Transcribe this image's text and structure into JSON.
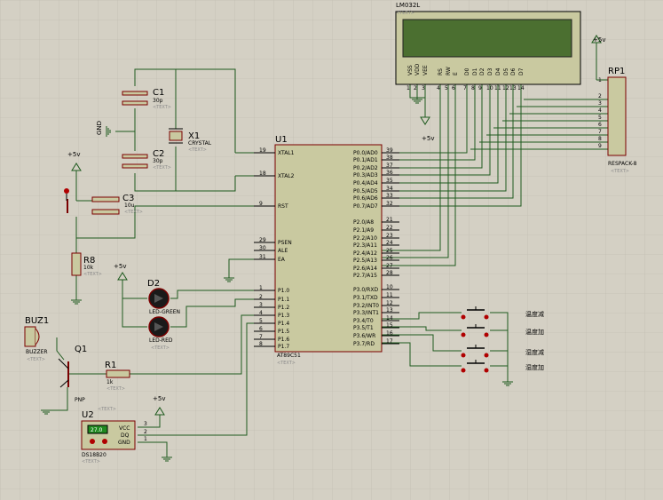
{
  "lcd": {
    "ref": "LM032L",
    "text": "<TEXT>",
    "pins": [
      "VSS",
      "VDD",
      "VEE",
      "RS",
      "RW",
      "E",
      "D0",
      "D1",
      "D2",
      "D3",
      "D4",
      "D5",
      "D6",
      "D7"
    ],
    "pin_nums": [
      "1",
      "2",
      "3",
      "4",
      "5",
      "6",
      "7",
      "8",
      "9",
      "10",
      "11",
      "12",
      "13",
      "14"
    ]
  },
  "mcu": {
    "ref": "U1",
    "part": "AT89C51",
    "text": "<TEXT>",
    "left_pins": [
      {
        "name": "XTAL1",
        "num": "19"
      },
      {
        "name": "XTAL2",
        "num": "18"
      },
      {
        "name": "RST",
        "num": "9"
      },
      {
        "name": "PSEN",
        "num": "29"
      },
      {
        "name": "ALE",
        "num": "30"
      },
      {
        "name": "EA",
        "num": "31"
      },
      {
        "name": "P1.0",
        "num": "1"
      },
      {
        "name": "P1.1",
        "num": "2"
      },
      {
        "name": "P1.2",
        "num": "3"
      },
      {
        "name": "P1.3",
        "num": "4"
      },
      {
        "name": "P1.4",
        "num": "5"
      },
      {
        "name": "P1.5",
        "num": "6"
      },
      {
        "name": "P1.6",
        "num": "7"
      },
      {
        "name": "P1.7",
        "num": "8"
      }
    ],
    "right_pins": [
      {
        "name": "P0.0/AD0",
        "num": "39"
      },
      {
        "name": "P0.1/AD1",
        "num": "38"
      },
      {
        "name": "P0.2/AD2",
        "num": "37"
      },
      {
        "name": "P0.3/AD3",
        "num": "36"
      },
      {
        "name": "P0.4/AD4",
        "num": "35"
      },
      {
        "name": "P0.5/AD5",
        "num": "34"
      },
      {
        "name": "P0.6/AD6",
        "num": "33"
      },
      {
        "name": "P0.7/AD7",
        "num": "32"
      },
      {
        "name": "P2.0/A8",
        "num": "21"
      },
      {
        "name": "P2.1/A9",
        "num": "22"
      },
      {
        "name": "P2.2/A10",
        "num": "23"
      },
      {
        "name": "P2.3/A11",
        "num": "24"
      },
      {
        "name": "P2.4/A12",
        "num": "25"
      },
      {
        "name": "P2.5/A13",
        "num": "26"
      },
      {
        "name": "P2.6/A14",
        "num": "27"
      },
      {
        "name": "P2.7/A15",
        "num": "28"
      },
      {
        "name": "P3.0/RXD",
        "num": "10"
      },
      {
        "name": "P3.1/TXD",
        "num": "11"
      },
      {
        "name": "P3.2/INT0",
        "num": "12"
      },
      {
        "name": "P3.3/INT1",
        "num": "13"
      },
      {
        "name": "P3.4/T0",
        "num": "14"
      },
      {
        "name": "P3.5/T1",
        "num": "15"
      },
      {
        "name": "P3.6/WR",
        "num": "16"
      },
      {
        "name": "P3.7/RD",
        "num": "17"
      }
    ]
  },
  "rp1": {
    "ref": "RP1",
    "part": "RESPACK-8",
    "text": "<TEXT>",
    "pin_nums": [
      "1",
      "2",
      "3",
      "4",
      "5",
      "6",
      "7",
      "8",
      "9"
    ]
  },
  "power": {
    "vcc": "+5v",
    "gnd": "GND"
  },
  "c1": {
    "ref": "C1",
    "value": "30p",
    "text": "<TEXT>"
  },
  "c2": {
    "ref": "C2",
    "value": "30p",
    "text": "<TEXT>"
  },
  "c3": {
    "ref": "C3",
    "value": "10u",
    "text": "<TEXT>"
  },
  "x1": {
    "ref": "X1",
    "part": "CRYSTAL",
    "text": "<TEXT>"
  },
  "r8": {
    "ref": "R8",
    "value": "10k",
    "text": "<TEXT>"
  },
  "r1": {
    "ref": "R1",
    "value": "1k",
    "text": "<TEXT>"
  },
  "d2": {
    "ref": "D2",
    "part": "LED-GREEN",
    "text": "<TEXT>"
  },
  "d1": {
    "part": "LED-RED",
    "text": "<TEXT>"
  },
  "buz": {
    "ref": "BUZ1",
    "part": "BUZZER",
    "text": "<TEXT>"
  },
  "q1": {
    "ref": "Q1",
    "part": "PNP",
    "text": "<TEXT>"
  },
  "u2": {
    "ref": "U2",
    "part": "DS18B20",
    "text": "<TEXT>",
    "display": "27.0",
    "pins": [
      "VCC",
      "DQ",
      "GND"
    ],
    "pin_nums": [
      "3",
      "2",
      "1"
    ]
  },
  "buttons": [
    {
      "label": "温度减"
    },
    {
      "label": "温度加"
    },
    {
      "label": "湿度减"
    },
    {
      "label": "湿度加"
    }
  ]
}
